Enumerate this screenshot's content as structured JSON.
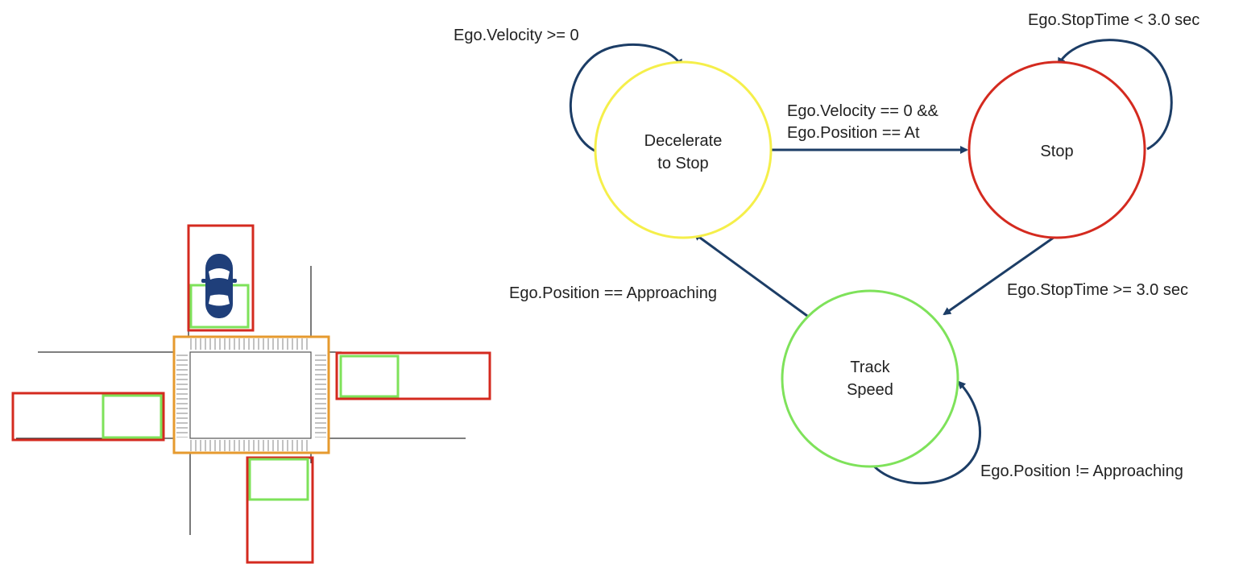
{
  "colors": {
    "zone_outer": "#d42a1f",
    "zone_inner": "#7ee25a",
    "intersection_box": "#e69a2e",
    "road_line": "#333333",
    "car": "#1f3f7a",
    "arrow": "#1c3d66",
    "state_decelerate": "#f5ef4a",
    "state_stop": "#d42a1f",
    "state_track": "#7ee25a"
  },
  "icons": {
    "ego_car": "car-top-view-icon"
  },
  "states": [
    {
      "id": "decelerate",
      "lines": [
        "Decelerate",
        "to Stop"
      ],
      "color_key": "state_decelerate"
    },
    {
      "id": "stop",
      "lines": [
        "Stop"
      ],
      "color_key": "state_stop"
    },
    {
      "id": "track",
      "lines": [
        "Track",
        "Speed"
      ],
      "color_key": "state_track"
    }
  ],
  "transitions": {
    "decelerate_self": "Ego.Velocity >= 0",
    "stop_self": "Ego.StopTime < 3.0 sec",
    "decelerate_to_stop_line1": "Ego.Velocity == 0 &&",
    "decelerate_to_stop_line2": "Ego.Position == At",
    "stop_to_track": "Ego.StopTime >= 3.0 sec",
    "track_to_decelerate": "Ego.Position == Approaching",
    "track_self": "Ego.Position != Approaching"
  }
}
